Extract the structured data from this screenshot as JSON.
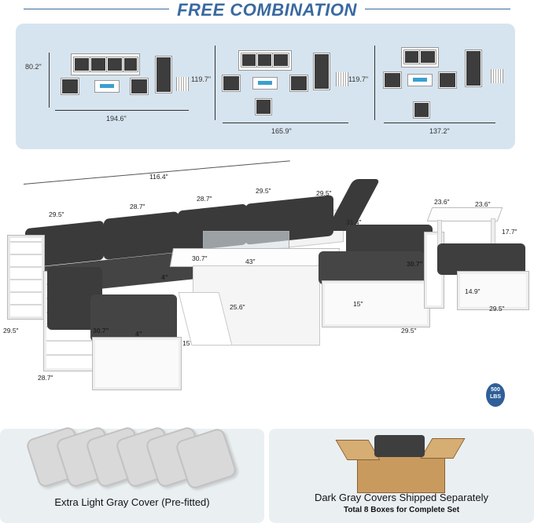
{
  "title": "FREE COMBINATION",
  "combos": [
    {
      "height": "80.2\"",
      "width": "194.6\""
    },
    {
      "height": "119.7\"",
      "width": "165.9\""
    },
    {
      "height": "119.7\"",
      "width": "137.2\""
    }
  ],
  "dims": {
    "total": "116.4\"",
    "seg1": "29.5\"",
    "seg2": "28.7\"",
    "seg3": "28.7\"",
    "seg4": "29.5\"",
    "seg5": "29.5\"",
    "corner_depth": "29.5\"",
    "corner_width": "28.7\"",
    "back_height": "30.7\"",
    "cushion": "4\"",
    "cushion2": "4\"",
    "seat_height": "15\"",
    "table_w": "43\"",
    "table_d": "30.7\"",
    "table_h": "25.6\"",
    "lounge_h": "31.4\"",
    "side_w1": "23.6\"",
    "side_w2": "23.6\"",
    "side_h": "17.7\"",
    "ottoman_h": "14.9\"",
    "ottoman_w": "29.5\"",
    "chair_back": "30.7\"",
    "chair_seat": "15\"",
    "chair_w": "29.5\""
  },
  "badge": {
    "value": "500",
    "unit": "LBS"
  },
  "bottom": {
    "left_caption": "Extra Light Gray Cover (Pre-fitted)",
    "right_caption": "Dark Gray Covers Shipped Separately",
    "right_sub": "Total 8 Boxes for Complete Set"
  }
}
